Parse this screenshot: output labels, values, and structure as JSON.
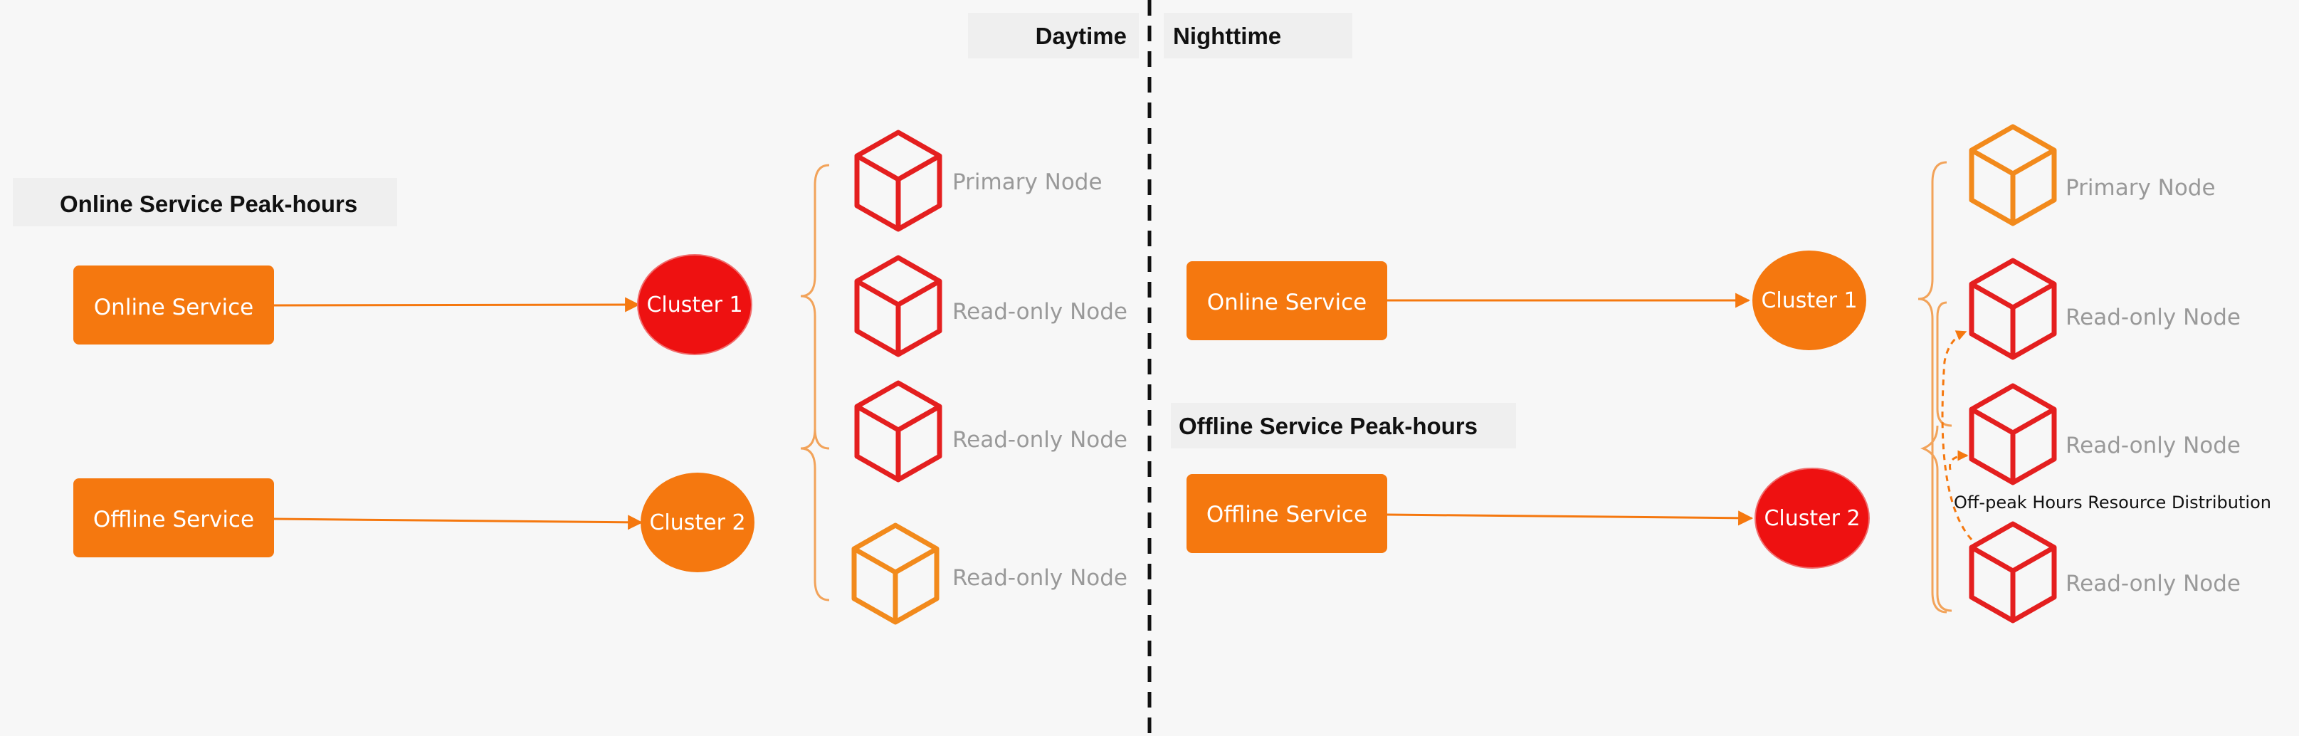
{
  "colors": {
    "orange": "#f5780f",
    "red": "#ee1111",
    "node_red": "#e41f1f",
    "node_orange": "#f28a1c",
    "label_bg": "#efefef"
  },
  "day": {
    "header": "Daytime",
    "section_title": "Online Service Peak-hours",
    "services": {
      "online": "Online Service",
      "offline": "Offline Service"
    },
    "clusters": {
      "c1": "Cluster 1",
      "c2": "Cluster 2"
    },
    "nodes": [
      {
        "label": "Primary Node",
        "color": "red"
      },
      {
        "label": "Read-only Node",
        "color": "red"
      },
      {
        "label": "Read-only Node",
        "color": "red"
      },
      {
        "label": "Read-only Node",
        "color": "orange"
      }
    ]
  },
  "night": {
    "header": "Nighttime",
    "section_title": "Offline Service Peak-hours",
    "services": {
      "online": "Online Service",
      "offline": "Offline Service"
    },
    "clusters": {
      "c1": "Cluster 1",
      "c2": "Cluster 2"
    },
    "nodes": [
      {
        "label": "Primary Node",
        "color": "orange"
      },
      {
        "label": "Read-only Node",
        "color": "red"
      },
      {
        "label": "Read-only Node",
        "color": "red"
      },
      {
        "label": "Read-only Node",
        "color": "red"
      }
    ],
    "annotation": "Off-peak Hours Resource Distribution"
  }
}
